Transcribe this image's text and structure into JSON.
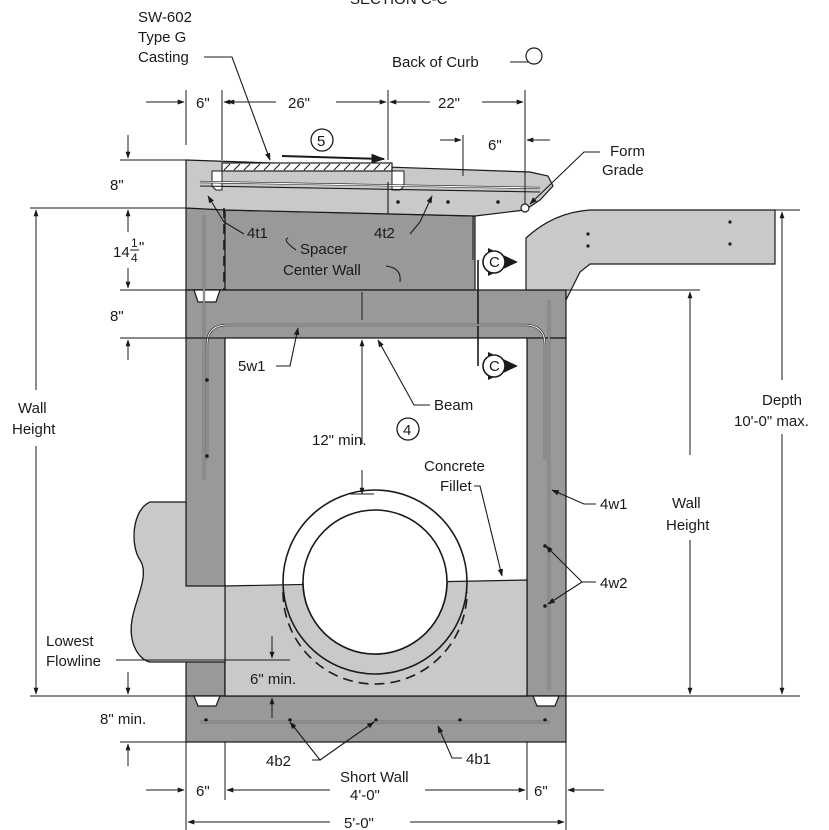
{
  "title_partial": "SECTION C-C",
  "casting": {
    "line1": "SW-602",
    "line2": "Type G",
    "line3": "Casting"
  },
  "back_of_curb": "Back of Curb",
  "form_grade": {
    "line1": "Form",
    "line2": "Grade"
  },
  "dims": {
    "top_6": "6\"",
    "top_26": "26\"",
    "top_22": "22\"",
    "curb_6": "6\"",
    "left_8_top": "8\"",
    "left_14_main": "14",
    "left_14_num": "1",
    "left_14_den": "4",
    "left_14_suffix": "\"",
    "left_8_mid": "8\"",
    "left_8_bot": "8\" min.",
    "min_12": "12\" min.",
    "min_6": "6\" min.",
    "bot_6_left": "6\"",
    "bot_6_right": "6\"",
    "short_wall": "Short Wall",
    "short_wall_dim": "4'-0\"",
    "overall": "5'-0\""
  },
  "notes": {
    "n5": "5",
    "n4": "4"
  },
  "section_mark": "C",
  "labels": {
    "t1": "4t1",
    "t2": "4t2",
    "spacer": "Spacer",
    "center_wall": "Center Wall",
    "w5": "5w1",
    "beam": "Beam",
    "fillet1": "Concrete",
    "fillet2": "Fillet",
    "w1": "4w1",
    "w2": "4w2",
    "b1": "4b1",
    "b2": "4b2",
    "lowest1": "Lowest",
    "lowest2": "Flowline",
    "wall_h_left1": "Wall",
    "wall_h_left2": "Height",
    "wall_h_right1": "Wall",
    "wall_h_right2": "Height",
    "depth1": "Depth",
    "depth2": "10'-0\" max."
  }
}
